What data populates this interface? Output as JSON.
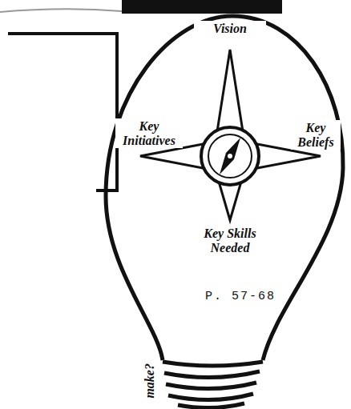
{
  "diagram": {
    "labels": [
      "Vision",
      "Key Initiatives",
      "Key Beliefs",
      "Key Skills Needed",
      "P. 57-68",
      "make?"
    ]
  }
}
